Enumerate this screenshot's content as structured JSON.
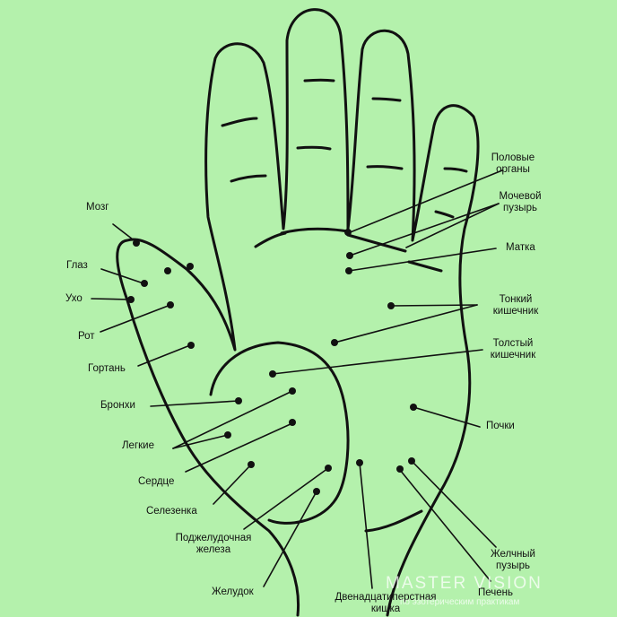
{
  "colors": {
    "background": "#b4f1ac",
    "ink": "#111111"
  },
  "labels": {
    "mozg": "Мозг",
    "glaz": "Глаз",
    "ukho": "Ухо",
    "rot": "Рот",
    "gortan": "Гортань",
    "bronkhi": "Бронхи",
    "legkie": "Легкие",
    "serdtse": "Сердце",
    "selezenka": "Селезенка",
    "podzheludochnaya_1": "Поджелудочная",
    "podzheludochnaya_2": "железа",
    "zheludok": "Желудок",
    "dvenadtsati_1": "Двенадцатиперстная",
    "dvenadtsati_2": "кишка",
    "pechen": "Печень",
    "zhelchny_1": "Желчный",
    "zhelchny_2": "пузырь",
    "pochki": "Почки",
    "tolsty_1": "Толстый",
    "tolsty_2": "кишечник",
    "tonky_1": "Тонкий",
    "tonky_2": "кишечник",
    "matka": "Матка",
    "mochevoy_1": "Мочевой",
    "mochevoy_2": "пузырь",
    "polovye_1": "Половые",
    "polovye_2": "органы"
  },
  "watermark": {
    "brand": "MASTER VISION",
    "tagline": "по эзотерическим практикам"
  }
}
